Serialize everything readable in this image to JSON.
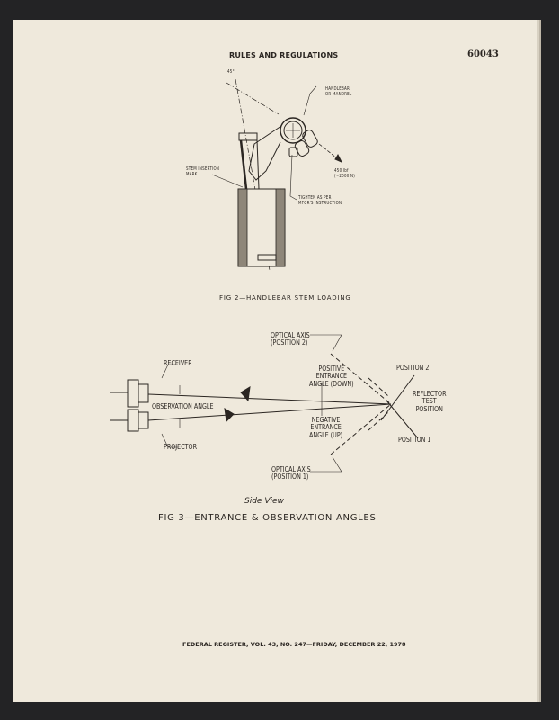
{
  "header": {
    "section": "RULES AND REGULATIONS",
    "page_number": "60043"
  },
  "fig2": {
    "angle": "45°",
    "handlebar": [
      "HANDLEBAR",
      "OR MANDREL"
    ],
    "stem_mark": [
      "STEM INSERTION",
      "MARK"
    ],
    "force": [
      "450 lbf",
      "(~2000 N)"
    ],
    "tighten": [
      "TIGHTEN AS PER",
      "MFGR'S INSTRUCTION"
    ],
    "caption": "FIG 2—HANDLEBAR STEM LOADING"
  },
  "fig3": {
    "optical_axis_2": [
      "OPTICAL AXIS",
      "(POSITION 2)"
    ],
    "receiver": "RECEIVER",
    "positive": [
      "POSITIVE",
      "ENTRANCE",
      "ANGLE (DOWN)"
    ],
    "position2": "POSITION 2",
    "reflector": [
      "REFLECTOR",
      "TEST",
      "POSITION"
    ],
    "observation": "OBSERVATION ANGLE",
    "negative": [
      "NEGATIVE",
      "ENTRANCE",
      "ANGLE (UP)"
    ],
    "position1": "POSITION 1",
    "projector": "PROJECTOR",
    "optical_axis_1": [
      "OPTICAL AXIS",
      "(POSITION 1)"
    ],
    "view": "Side View",
    "caption": "FIG 3—ENTRANCE & OBSERVATION ANGLES"
  },
  "footer": "FEDERAL REGISTER, VOL. 43, NO. 247—FRIDAY, DECEMBER 22, 1978"
}
